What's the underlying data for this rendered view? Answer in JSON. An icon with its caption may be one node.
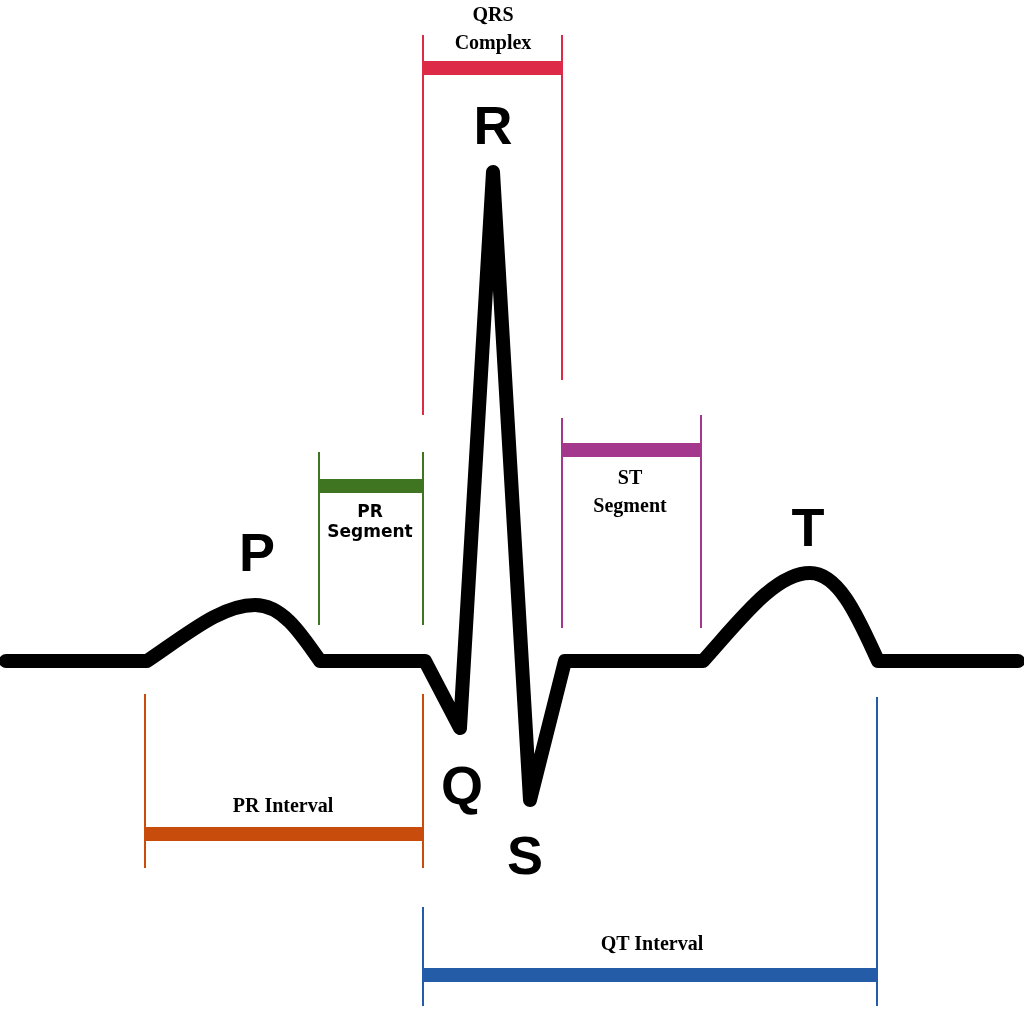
{
  "diagram": {
    "labels": [
      "QRS Complex",
      "R",
      "ST Segment",
      "PR Segment",
      "T",
      "P",
      "Q",
      "PR Interval",
      "S",
      "QT Interval"
    ]
  }
}
